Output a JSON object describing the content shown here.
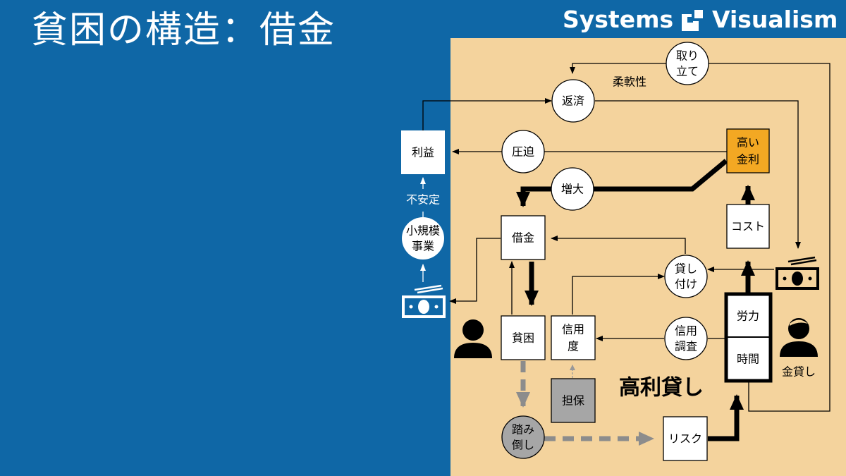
{
  "title": "貧困の構造：借金",
  "brand": {
    "left": "Systems",
    "right": "Visualism"
  },
  "colors": {
    "background": "#0f67a6",
    "panel": "#f4d39d",
    "highlight": "#f3a823",
    "gray_node": "#a6a6a6"
  },
  "nodes": {
    "torritate": [
      "取り",
      "立て"
    ],
    "hensai": "返済",
    "rieki": "利益",
    "appaku": "圧迫",
    "takai_kinri": [
      "高い",
      "金利"
    ],
    "zoudai": "増大",
    "shakkin": "借金",
    "cost": "コスト",
    "shoukibo": [
      "小規模",
      "事業"
    ],
    "kashitsuke": [
      "貸し",
      "付け"
    ],
    "rouryoku": "労力",
    "jikan": "時間",
    "hinkon": "貧困",
    "shinyoudo": [
      "信用",
      "度"
    ],
    "shinyou_chousa": [
      "信用",
      "調査"
    ],
    "tanpo": "担保",
    "fumitaoshi": [
      "踏み",
      "倒し"
    ],
    "risk": "リスク"
  },
  "labels": {
    "juunansei": "柔軟性",
    "fuantei": "不安定",
    "kourigashi": "高利貸し",
    "kanekashi": "金貸し"
  },
  "icons": {
    "money_left": "money-icon",
    "money_right": "money-icon",
    "person_poor": "person-icon",
    "person_lender": "lender-person-icon",
    "logo": "puzzle-logo-icon"
  }
}
